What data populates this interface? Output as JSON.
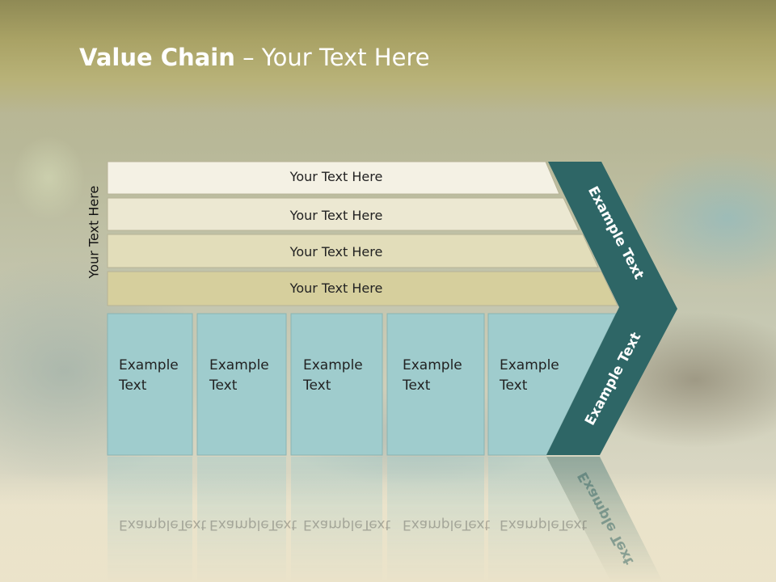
{
  "title": {
    "bold": "Value Chain",
    "rest": " – Your Text Here"
  },
  "side_label": "Your Text Here",
  "bars": [
    "Your Text Here",
    "Your Text Here",
    "Your Text Here",
    "Your Text Here"
  ],
  "cells": [
    {
      "line1": "Example",
      "line2": "Text"
    },
    {
      "line1": "Example",
      "line2": "Text"
    },
    {
      "line1": "Example",
      "line2": "Text"
    },
    {
      "line1": "Example",
      "line2": "Text"
    },
    {
      "line1": "Example",
      "line2": "Text"
    }
  ],
  "arrow_labels": [
    "Example Text",
    "Example Text"
  ],
  "colors": {
    "bar_fills": [
      "#f4f1e4",
      "#ece8d2",
      "#e2ddba",
      "#d6cf9d"
    ],
    "cell_fill": "#9fcccd",
    "arrow_fill": "#2e6666",
    "title_color": "#ffffff"
  }
}
